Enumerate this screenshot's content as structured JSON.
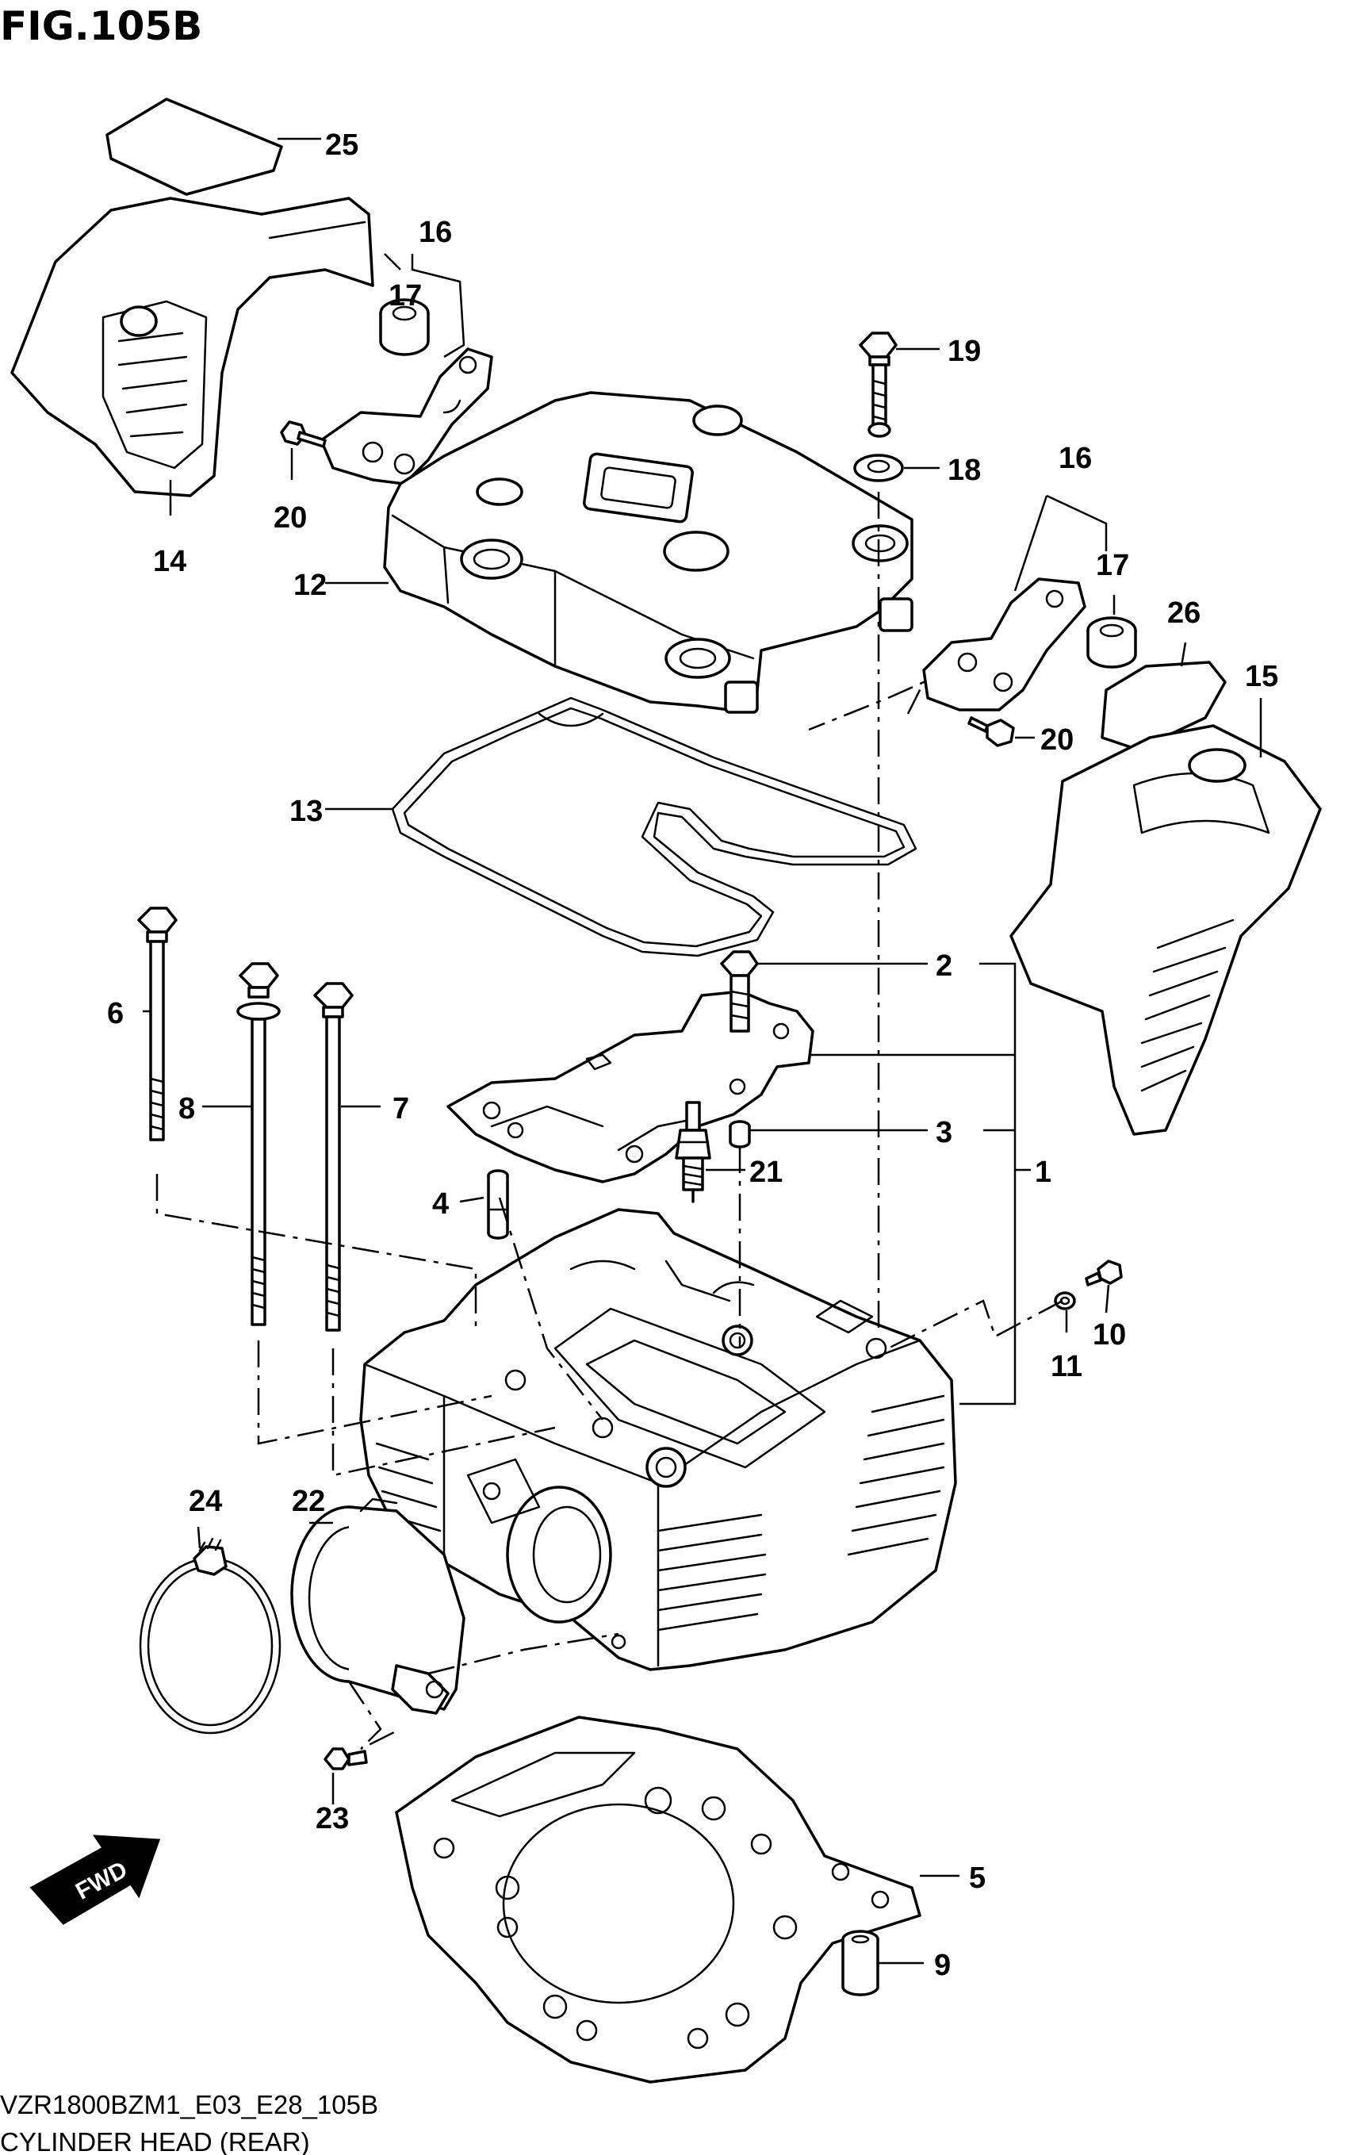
{
  "figure": {
    "title": "FIG.105B",
    "model_code": "VZR1800BZM1_E03_E28_105B",
    "caption": "CYLINDER HEAD (REAR)"
  },
  "direction_badge": {
    "label": "FWD"
  },
  "callouts": {
    "c1": "1",
    "c2": "2",
    "c3": "3",
    "c4": "4",
    "c5": "5",
    "c6": "6",
    "c7": "7",
    "c8": "8",
    "c9": "9",
    "c10": "10",
    "c11": "11",
    "c12": "12",
    "c13": "13",
    "c14": "14",
    "c15": "15",
    "c16a": "16",
    "c16b": "16",
    "c17a": "17",
    "c17b": "17",
    "c18": "18",
    "c19": "19",
    "c20a": "20",
    "c20b": "20",
    "c21": "21",
    "c22": "22",
    "c23": "23",
    "c24": "24",
    "c25": "25",
    "c26": "26"
  }
}
